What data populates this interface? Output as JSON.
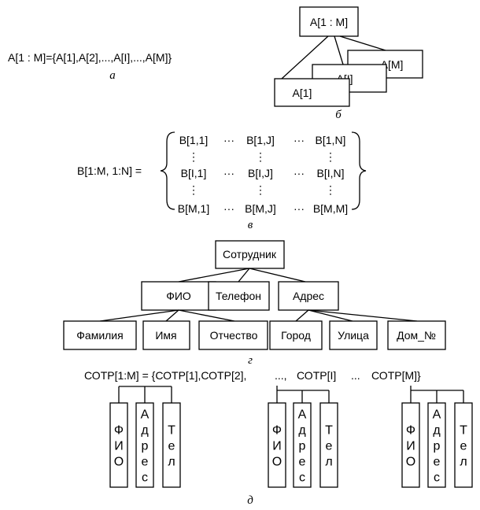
{
  "panel_a": {
    "formula": "A[1 : M]={A[1],A[2],...,A[I],...,A[M]}",
    "caption": "а"
  },
  "panel_b": {
    "root": "A[1 : M]",
    "elements": [
      "A[1]",
      "A[I]",
      "A[M]"
    ],
    "caption": "б"
  },
  "panel_v": {
    "lhs": "B[1:M, 1:N] =",
    "rows": [
      [
        "B[1,1]",
        "···",
        "B[1,J]",
        "···",
        "B[1,N]"
      ],
      [
        "⋮",
        "",
        "⋮",
        "",
        "⋮"
      ],
      [
        "B[I,1]",
        "···",
        "B[I,J]",
        "···",
        "B[I,N]"
      ],
      [
        "⋮",
        "",
        "⋮",
        "",
        "⋮"
      ],
      [
        "B[M,1]",
        "···",
        "B[M,J]",
        "···",
        "B[M,M]"
      ]
    ],
    "caption": "в"
  },
  "panel_g": {
    "root": "Сотрудник",
    "level1": [
      "ФИО",
      "Телефон",
      "Адрес"
    ],
    "fio_children": [
      "Фамилия",
      "Имя",
      "Отчество"
    ],
    "address_children": [
      "Город",
      "Улица",
      "Дом_№"
    ],
    "caption": "г"
  },
  "panel_d": {
    "formula_parts": [
      "СОТР[1:M] = {СОТР[1],СОТР[2],",
      "...,",
      "СОТР[I]",
      "...",
      "СОТР[M]}"
    ],
    "fields": [
      [
        "Ф",
        "И",
        "О"
      ],
      [
        "А",
        "д",
        "р",
        "е",
        "с"
      ],
      [
        "Т",
        "е",
        "л"
      ]
    ],
    "caption": "д"
  }
}
